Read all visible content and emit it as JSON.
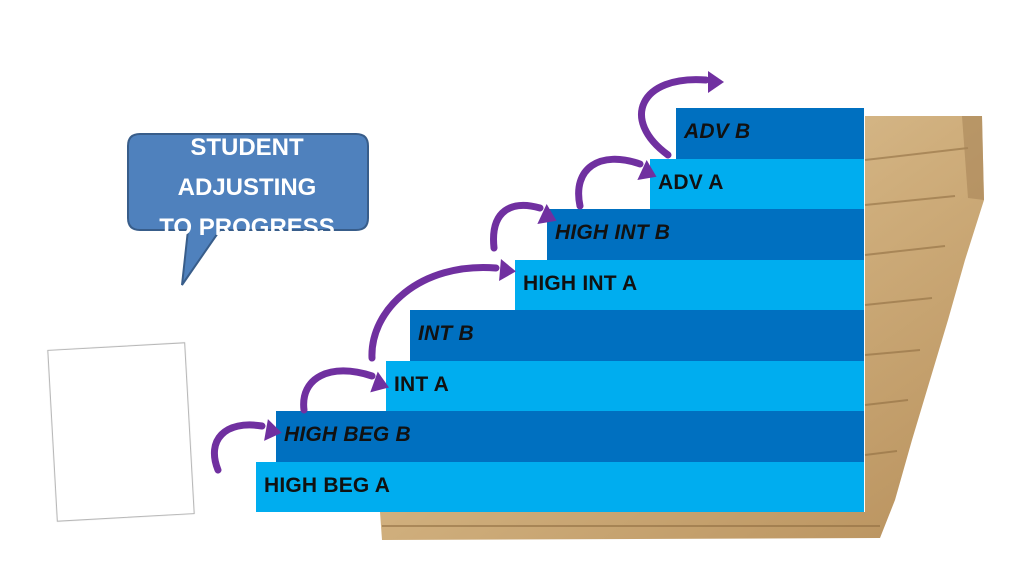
{
  "title": "STUDENT ADJUSTING TO PROGRESS",
  "bubble": {
    "lines": [
      "STUDENT",
      "ADJUSTING",
      "TO PROGRESS"
    ]
  },
  "steps": [
    {
      "label": "HIGH BEG A",
      "italic": false
    },
    {
      "label": "HIGH BEG B",
      "italic": true
    },
    {
      "label": "INT A",
      "italic": false
    },
    {
      "label": "INT B",
      "italic": true
    },
    {
      "label": "HIGH INT A",
      "italic": false
    },
    {
      "label": "HIGH INT B",
      "italic": true
    },
    {
      "label": "ADV A",
      "italic": false
    },
    {
      "label": "ADV B",
      "italic": true
    }
  ],
  "colors": {
    "light_step": "#00adef",
    "dark_step": "#0070c0",
    "arrow": "#7030a0",
    "bubble_fill": "#4f81bd",
    "bubble_border": "#385d8a",
    "wood": "#d8b98a"
  }
}
